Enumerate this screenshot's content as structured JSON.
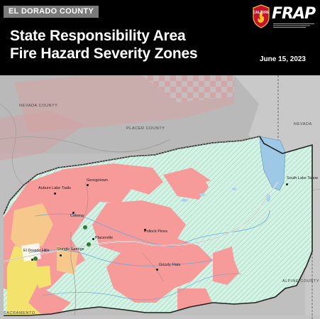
{
  "header": {
    "county": "EL DORADO COUNTY",
    "title_line1": "State Responsibility Area",
    "title_line2": "Fire Hazard Severity Zones",
    "date": "June 15, 2023",
    "logo_calfire": "CAL FIRE",
    "logo_frap": "FRAP"
  },
  "colors": {
    "header_bg": "#000000",
    "very_high": "#f79a9a",
    "high": "#f6c88b",
    "moderate": "#f3e36d",
    "non_sra": "#c9efe0",
    "outside": "#bdbdbd",
    "water": "#a9d3ec",
    "lake_tahoe": "#9ec9e6"
  },
  "map": {
    "region_labels": [
      {
        "text": "NEVADA COUNTY"
      },
      {
        "text": "PLACER COUNTY"
      },
      {
        "text": "NEVADA"
      },
      {
        "text": "ALPINE COUNTY"
      },
      {
        "text": "SACRAMENTO"
      }
    ],
    "places": [
      {
        "name": "Georgetown"
      },
      {
        "name": "Auburn Lake Trails"
      },
      {
        "name": "Coloma"
      },
      {
        "name": "Placerville"
      },
      {
        "name": "El Dorado Hills"
      },
      {
        "name": "Shingle Springs"
      },
      {
        "name": "Pollock Pines"
      },
      {
        "name": "Grizzly Flats"
      },
      {
        "name": "South Lake Tahoe"
      }
    ]
  }
}
